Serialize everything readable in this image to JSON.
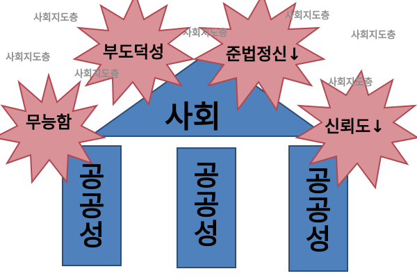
{
  "diagram": {
    "roof_label": "사회",
    "pillar_labels": [
      [
        "공",
        "공",
        "성"
      ],
      [
        "공",
        "공",
        "성"
      ],
      [
        "공",
        "공",
        "성"
      ]
    ],
    "burst_labels": [
      "부도덕성",
      "준법정신↓",
      "무능함",
      "신뢰도↓"
    ],
    "background_label": "사회지도층",
    "colors": {
      "roof_and_pillar_fill": "#4f81bd",
      "roof_and_pillar_stroke": "#2c4d75",
      "burst_fill": "#d99297",
      "burst_stroke": "#b2474f",
      "background_text": "#8c8c8c"
    }
  }
}
